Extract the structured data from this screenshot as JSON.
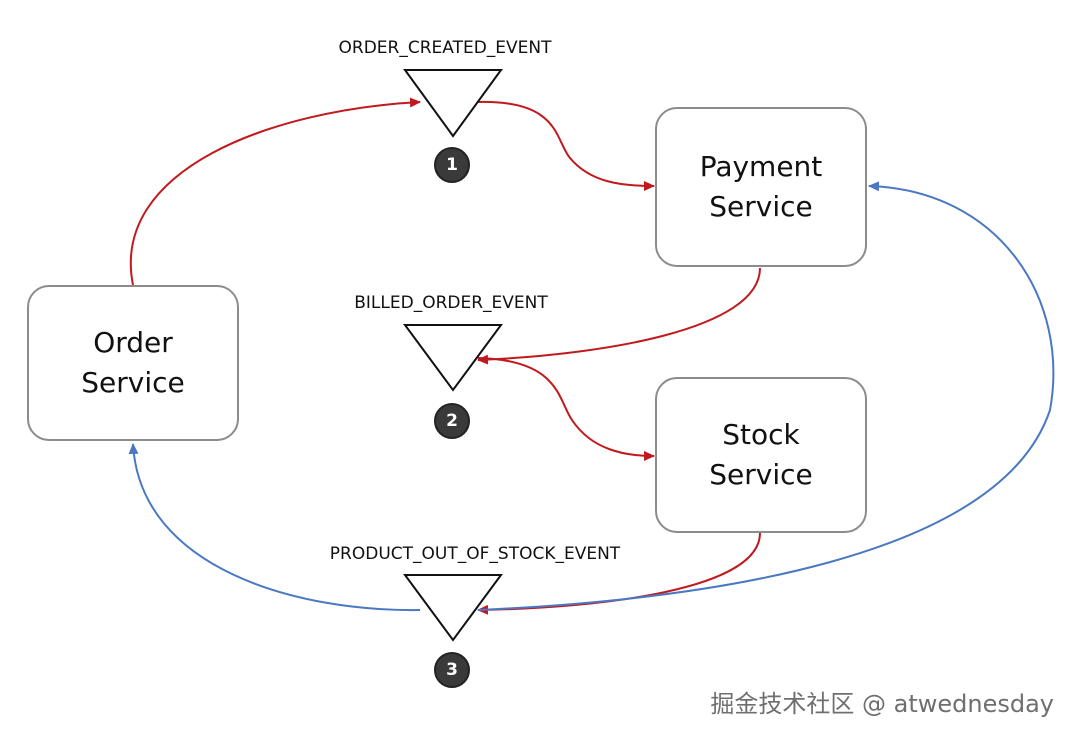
{
  "services": {
    "order": "Order\nService",
    "payment": "Payment\nService",
    "stock": "Stock\nService"
  },
  "events": [
    {
      "label": "ORDER_CREATED_EVENT",
      "number": "1"
    },
    {
      "label": "BILLED_ORDER_EVENT",
      "number": "2"
    },
    {
      "label": "PRODUCT_OUT_OF_STOCK_EVENT",
      "number": "3"
    }
  ],
  "watermark": "掘金技术社区 @ atwednesday",
  "colors": {
    "success_flow": "#c0191e",
    "compensation_flow": "#4a78c2",
    "box_border": "#8c8c8c",
    "badge_fill": "#3a3a3a"
  }
}
